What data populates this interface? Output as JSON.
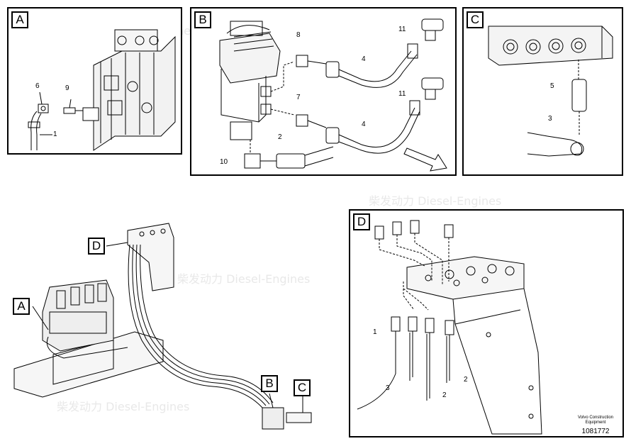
{
  "panels": {
    "A": {
      "tag": "A",
      "labels": {
        "l6": "6",
        "l9": "9",
        "l1": "1"
      }
    },
    "B": {
      "tag": "B",
      "labels": {
        "l8": "8",
        "l7": "7",
        "l4a": "4",
        "l4b": "4",
        "l11a": "11",
        "l11b": "11",
        "l2": "2",
        "l10": "10"
      }
    },
    "C": {
      "tag": "C",
      "labels": {
        "l5": "5",
        "l3": "3"
      }
    },
    "D": {
      "tag": "D",
      "labels": {
        "l1": "1",
        "l3": "3",
        "l2a": "2",
        "l2b": "2"
      }
    }
  },
  "overview": {
    "tagA": "A",
    "tagB": "B",
    "tagC": "C",
    "tagD": "D"
  },
  "footer": {
    "line1": "Volvo Construction",
    "line2": "Equipment",
    "number": "1081772"
  },
  "watermark": {
    "text": "柴发动力",
    "sub": "Diesel-Engines"
  }
}
